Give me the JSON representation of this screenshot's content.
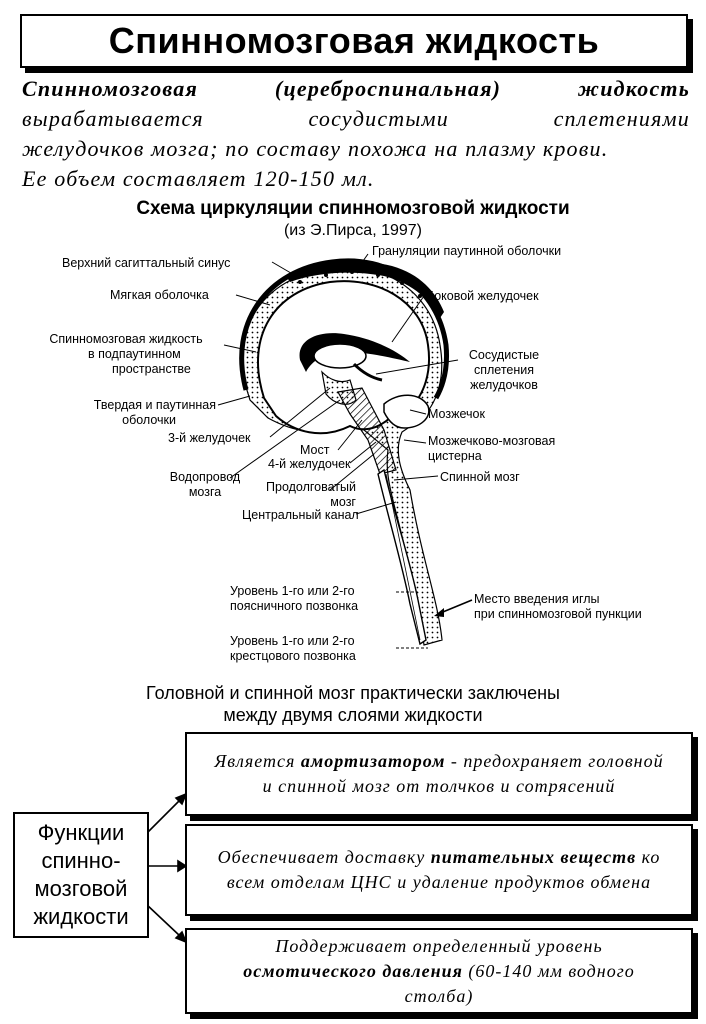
{
  "title": "Спинномозговая жидкость",
  "intro": {
    "line1": [
      "Спинномозговая",
      "(цереброспинальная)",
      "жидкость"
    ],
    "line2": [
      "вырабатывается",
      "сосудистыми",
      "сплетениями"
    ],
    "line3": "желудочков мозга; по составу похожа на плазму крови.",
    "line4": "Ее объем составляет 120-150 мл."
  },
  "scheme": {
    "title": "Схема циркуляции спинномозговой жидкости",
    "subtitle": "(из Э.Пирса, 1997)",
    "labels": {
      "sinus": "Верхний сагиттальный синус",
      "granulations": "Грануляции паутинной оболочки",
      "pia": "Мягкая оболочка",
      "lateral_ventricle": "Боковой желудочек",
      "csf_subarachnoid_1": "Спинномозговая жидкость",
      "csf_subarachnoid_2": "в подпаутинном",
      "csf_subarachnoid_3": "пространстве",
      "choroid_1": "Сосудистые",
      "choroid_2": "сплетения",
      "choroid_3": "желудочков",
      "dura_1": "Твердая и паутинная",
      "dura_2": "оболочки",
      "cerebellum": "Мозжечок",
      "third_ventricle": "3-й желудочек",
      "cisterna_1": "Мозжечково-мозговая",
      "cisterna_2": "цистерна",
      "pons": "Мост",
      "fourth_ventricle": "4-й желудочек",
      "aqueduct_1": "Водопровод",
      "aqueduct_2": "мозга",
      "spinal_cord": "Спинной мозг",
      "medulla_1": "Продолговатый",
      "medulla_2": "мозг",
      "central_canal": "Центральный канал",
      "lumbar_1": "Уровень 1-го или 2-го",
      "lumbar_2": "поясничного позвонка",
      "puncture_1": "Место введения иглы",
      "puncture_2": "при спинномозговой пункции",
      "sacral_1": "Уровень 1-го или 2-го",
      "sacral_2": "крестцового позвонка"
    }
  },
  "enclosed": {
    "line1": "Головной и спинной мозг практически заключены",
    "line2": "между двумя слоями жидкости"
  },
  "functions": {
    "label_lines": [
      "Функции",
      "спинно-",
      "мозговой",
      "жидкости"
    ],
    "items": [
      {
        "pre": "Является ",
        "bold": "амортизатором",
        "post": " - предохраняет головной и спинной мозг от толчков и сотрясений"
      },
      {
        "pre": "Обеспечивает доставку ",
        "bold": "питательных веществ",
        "post": " ко всем отделам ЦНС и удаление продуктов обмена"
      },
      {
        "pre": "Поддерживает определенный уровень ",
        "bold": "осмотического давления",
        "post": " (60-140 мм водного столба)"
      }
    ]
  }
}
